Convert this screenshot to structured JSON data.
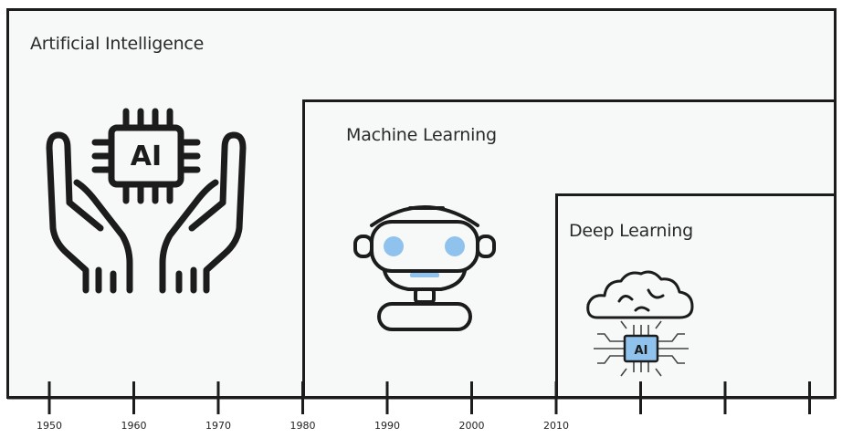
{
  "labels": {
    "ai": "Artificial Intelligence",
    "ml": "Machine Learning",
    "dl": "Deep Learning"
  },
  "icons": {
    "ai": {
      "name": "ai-chip-hands-icon",
      "text": "AI"
    },
    "ml": {
      "name": "robot-head-icon"
    },
    "dl": {
      "name": "cloud-chip-icon",
      "text": "AI"
    }
  },
  "timeline": {
    "ticks": [
      "1950",
      "1960",
      "1970",
      "1980",
      "1990",
      "2000",
      "2010",
      "",
      "",
      ""
    ]
  },
  "colors": {
    "outline": "#1c1c1c",
    "panel": "#f7f8f8",
    "accent_blue": "#8fc3ee"
  }
}
